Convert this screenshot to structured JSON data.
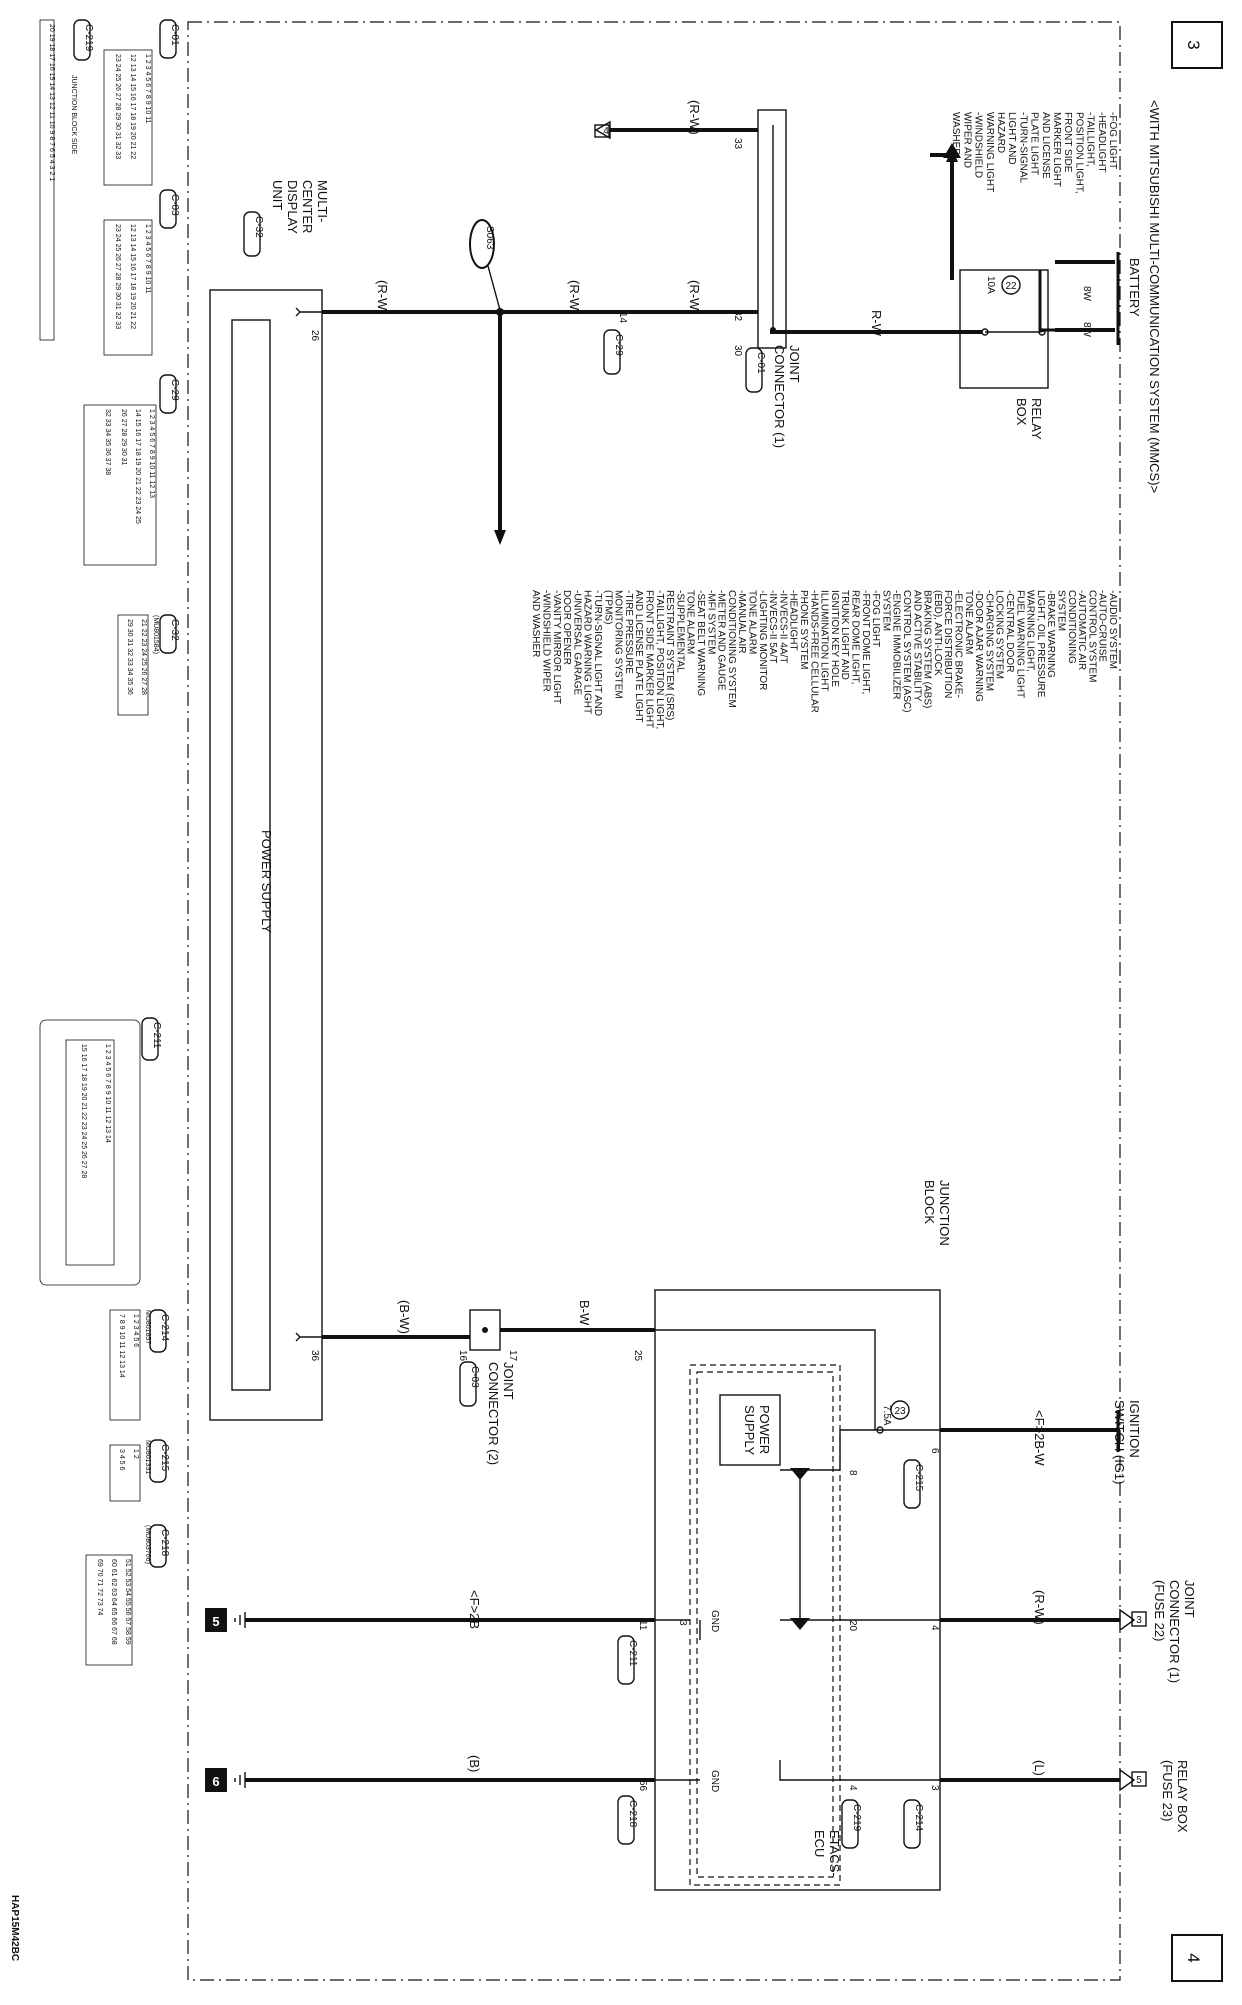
{
  "title": "<WITH MITSUBISHI MULTI-COMMUNICATION SYSTEM (MMCS)>",
  "page_marks": [
    "3",
    "4"
  ],
  "figure_code": "HAP15M42BC",
  "battery": {
    "label": "BATTERY",
    "wire1": "8W",
    "wire2": "8W"
  },
  "relay_box": {
    "label1": "RELAY",
    "label2": "BOX",
    "fuse_num": "22",
    "fuse_rating": "10A"
  },
  "joint_connector_1": {
    "label1": "JOINT",
    "label2": "CONNECTOR (1)",
    "conn": "C-01",
    "pins": [
      "30",
      "32",
      "33"
    ]
  },
  "wire_colors": {
    "rw": "R-W",
    "rw_paren": "(R-W)",
    "bw": "B-W",
    "bw_paren": "(B-W)",
    "f2bw": "<F>2B-W",
    "f2b": "<F>2B",
    "l_paren": "(L)",
    "b_paren": "(B)"
  },
  "splice": "S063",
  "to_ref4": "4",
  "c29": {
    "conn": "C-29",
    "pin": "14"
  },
  "top_systems": [
    "-FOG LIGHT",
    "-HEADLIGHT",
    "-TAILLIGHT,",
    "POSITION LIGHT,",
    "FRONT SIDE",
    "MARKER LIGHT",
    "AND LICENSE",
    "PLATE LIGHT",
    "-TURN-SIGNAL",
    "LIGHT AND",
    "HAZARD",
    "WARNING LIGHT",
    "-WINDSHIELD",
    "WIPER AND",
    "WASHER"
  ],
  "mid_systems_col1": [
    "-AUDIO SYSTEM",
    "-AUTO-CRUISE",
    "CONTROL SYSTEM",
    "-AUTOMATIC AIR",
    "CONDITIONING",
    "SYSTEM",
    "-BRAKE WARNING",
    "LIGHT, OIL PRESSURE",
    "WARNING LIGHT,",
    "FUEL WARNING LIGHT",
    "-CENTRAL DOOR",
    "LOCKING SYSTEM",
    "-CHARGING SYSTEM",
    "-DOOR AJAR WARNING",
    "TONE ALARM",
    "-ELECTRONIC BRAKE-",
    "FORCE DISTRIBUTION",
    "(EBD), ANTI-LOCK",
    "BRAKING SYSTEM (ABS)",
    "AND ACTIVE STABILITY",
    "CONTROL SYSTEM (ASC)",
    "-ENGINE IMMOBILIZER",
    "SYSTEM",
    "-FOG LIGHT",
    "-FRONT DOME LIGHT,",
    "REAR DOME LIGHT,",
    "TRUNK LIGHT AND",
    "IGNITION KEY HOLE",
    "ILLUMINATION LIGHT",
    "-HANDS-FREE CELLULAR",
    "PHONE SYSTEM",
    "-HEADLIGHT",
    "-INVECS-II 4A/T",
    "-INVECS-II 5A/T",
    "-LIGHTING MONITOR",
    "TONE ALARM",
    "-MANUAL AIR",
    "CONDITIONING SYSTEM",
    "-METER AND GAUGE",
    "-MFI SYSTEM",
    "-SEAT BELT WARNING",
    "TONE ALARM",
    "-SUPPLEMENTAL",
    "RESTRAINT SYSTEM (SRS)",
    "-TAILLIGHT, POSITION LIGHT,",
    "FRONT SIDE MARKER LIGHT",
    "AND LICENSE PLATE LIGHT",
    "-TIRE PRESSURE",
    "MONITORING SYSTEM",
    "(TPMS)",
    "-TURN-SIGNAL LIGHT AND",
    "HAZARD WARNING LIGHT",
    "-UNIVERSAL GARAGE",
    "DOOR OPENER",
    "-VANITY MIRROR LIGHT",
    "-WINDSHIELD WIPER",
    "AND WASHER"
  ],
  "mcdu": {
    "label1": "MULTI-",
    "label2": "CENTER",
    "label3": "DISPLAY",
    "label4": "UNIT",
    "conn": "C-32",
    "pin_a": "26",
    "pin_b": "36",
    "power_supply": "POWER SUPPLY"
  },
  "joint_connector_2": {
    "label1": "JOINT",
    "label2": "CONNECTOR (2)",
    "conn": "C-03",
    "pin_in": "17",
    "pin_out": "16"
  },
  "junction_block": {
    "label1": "JUNCTION",
    "label2": "BLOCK",
    "pin25": "25"
  },
  "ignition": {
    "label1": "IGNITION",
    "label2": "SWITCH (IG1)",
    "pin": "6",
    "conn": "C-215",
    "fuse_num": "23",
    "fuse_rating": "7.5A",
    "pin8": "8"
  },
  "etacs": {
    "label1": "ETACS-",
    "label2": "ECU",
    "power_supply1": "POWER",
    "power_supply2": "SUPPLY",
    "gnd": "GND",
    "pin20": "20",
    "pin3": "3",
    "pin4": "4",
    "conn_c219": "C-219"
  },
  "jc1_fuse22": {
    "label1": "JOINT",
    "label2": "CONNECTOR (1)",
    "label3": "(FUSE 22)",
    "ref": "3",
    "pin": "4"
  },
  "relay_fuse23": {
    "label1": "RELAY BOX",
    "label2": "(FUSE 23)",
    "ref": "5",
    "pin": "3",
    "conn": "C-214"
  },
  "ground5": {
    "pin": "11",
    "conn": "C-211",
    "ref": "5"
  },
  "ground6": {
    "pin": "56",
    "conn": "C-218",
    "ref": "6"
  },
  "conn_views": {
    "c01": {
      "name": "C-01",
      "row1": "1 2 3 4 5 6 7 8 9 10 11",
      "row2": "12 13 14 15 16 17 18 19 20 21 22",
      "row3": "23 24 25 26 27 28 29 30 31 32 33"
    },
    "c219": {
      "name": "C-219",
      "row": "20 19 18 17 16 15 14 13 12 11 10 9 8 7 6 5 4 3 2 1",
      "caption": "JUNCTION BLOCK SIDE"
    },
    "c03": {
      "name": "C-03",
      "row1": "1 2 3 4 5 6 7 8 9 10 11",
      "row2": "12 13 14 15 16 17 18 19 20 21 22",
      "row3": "23 24 25 26 27 28 29 30 31 32 33"
    },
    "c29": {
      "name": "C-29",
      "row1": "1 2 3 4 5 6 7 8 9 10 11 12 13",
      "row2": "14 15 16 17 18 19 20 21 22 23 24 25",
      "row3": "26 27 28 29 30 31",
      "row4": "32 33 34 35 36 37 38"
    },
    "c32": {
      "name": "C-32",
      "part": "(MU801584)",
      "row1": "21 22 23 24 25 26 27 28",
      "row2": "29 30 31 32 33 34 35 36"
    },
    "c211": {
      "name": "C-211",
      "row1": "1 2 3 4 5 6 7 8 9 10 11 12 13 14",
      "row2": "15 16 17 18 19 20 21 22 23 24 25 26 27 28"
    },
    "c214": {
      "name": "C-214",
      "part": "MU801857",
      "row1": "1 2 3 4 5 6",
      "row2": "7 8 9 10 11 12 13 14"
    },
    "c215": {
      "name": "C-215",
      "part": "MU801331",
      "row1": "1 2",
      "row2": "3 4 5 6"
    },
    "c218": {
      "name": "C-218",
      "part": "(MU803766)",
      "row1": "51 52 53 54 55 56 57 58 59",
      "row2": "60 61 62 63 64 65 66 67 68",
      "row3": "69 70 71 72 73 74"
    }
  }
}
